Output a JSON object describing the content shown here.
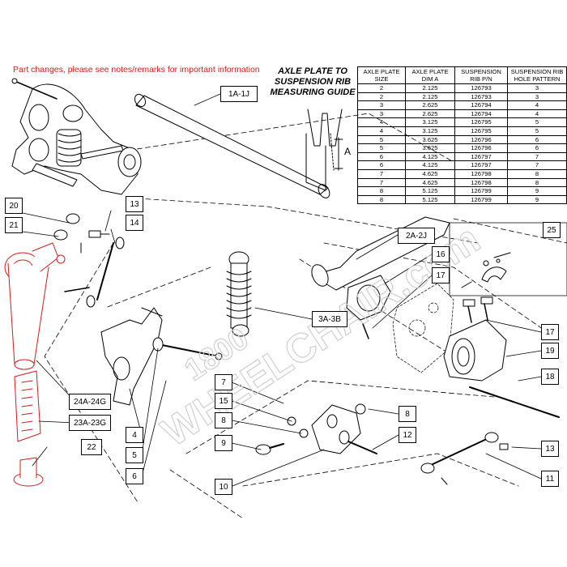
{
  "notice": "Part changes, please see notes/remarks for important information",
  "guide": {
    "title_lines": [
      "AXLE PLATE TO",
      "SUSPENSION RIB",
      "MEASURING GUIDE"
    ],
    "dim_label": "A"
  },
  "table": {
    "headers": [
      [
        "AXLE PLATE",
        "SIZE"
      ],
      [
        "AXLE PLATE",
        "DIM A"
      ],
      [
        "SUSPENSION",
        "RIB P/N"
      ],
      [
        "SUSPENSION RIB",
        "HOLE PATTERN"
      ]
    ],
    "rows": [
      [
        "2",
        "2.125",
        "126793",
        "3"
      ],
      [
        "2",
        "2.125",
        "126793",
        "3"
      ],
      [
        "3",
        "2.625",
        "126794",
        "4"
      ],
      [
        "3",
        "2.625",
        "126794",
        "4"
      ],
      [
        "4",
        "3.125",
        "126795",
        "5"
      ],
      [
        "4",
        "3.125",
        "126795",
        "5"
      ],
      [
        "5",
        "3.625",
        "126796",
        "6"
      ],
      [
        "5",
        "3.625",
        "126796",
        "6"
      ],
      [
        "6",
        "4.125",
        "126797",
        "7"
      ],
      [
        "6",
        "4.125",
        "126797",
        "7"
      ],
      [
        "7",
        "4.625",
        "126798",
        "8"
      ],
      [
        "7",
        "4.625",
        "126798",
        "8"
      ],
      [
        "8",
        "5.125",
        "126799",
        "9"
      ],
      [
        "8",
        "5.125",
        "126799",
        "9"
      ]
    ]
  },
  "callouts": {
    "c1a1j": "1A-1J",
    "c2a2j": "2A-2J",
    "c3a3b": "3A-3B",
    "c4": "4",
    "c5": "5",
    "c6": "6",
    "c7": "7",
    "c8l": "8",
    "c8r": "8",
    "c9": "9",
    "c10": "10",
    "c11": "11",
    "c12": "12",
    "c13l": "13",
    "c13r": "13",
    "c14": "14",
    "c15": "15",
    "c16": "16",
    "c17a": "17",
    "c17b": "17",
    "c18": "18",
    "c19": "19",
    "c20": "20",
    "c21": "21",
    "c22": "22",
    "c23": "23A-23G",
    "c24": "24A-24G",
    "c25": "25"
  },
  "watermark": {
    "line1": "1800",
    "line2": "WHEELCHAIR.com"
  },
  "colors": {
    "highlight": "#d11c1c",
    "line": "#000000"
  }
}
